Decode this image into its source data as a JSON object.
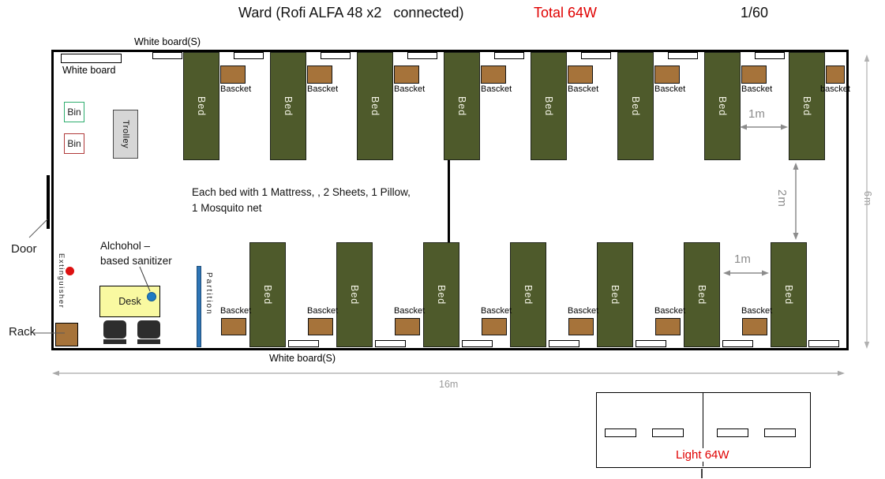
{
  "title": {
    "main": "Ward (Rofi ALFA 48 x2   connected)",
    "total_power": "Total 64W",
    "scale": "1/60"
  },
  "room": {
    "whiteboards_top_label": "White board(S)",
    "whiteboard_main_label": "White board",
    "whiteboards_bottom_label": "White board(S)",
    "bin_green": "Bin",
    "bin_red": "Bin",
    "trolley": "Trolley",
    "note_line1": "Each bed with 1 Mattress, , 2 Sheets, 1 Pillow,",
    "note_line2": "1 Mosquito net",
    "partition": "Partition",
    "desk": "Desk",
    "sanitizer_label_line1": "Alchohol –",
    "sanitizer_label_line2": "based sanitizer",
    "extinguisher": "Extinguisher",
    "rack": "Rack",
    "door": "Door"
  },
  "dimensions": {
    "bed_gap_top": "1m",
    "bed_gap_bottom": "1m",
    "row_aisle": "2m",
    "room_length": "16m",
    "room_width": "6m"
  },
  "legend": {
    "light_label": "Light 64W"
  },
  "plan": {
    "bed_label": "Bed",
    "top_row": {
      "bed_xs": [
        164,
        274,
        384,
        494,
        604,
        714,
        824,
        931
      ],
      "basket_labels": [
        "Bascket",
        "Bascket",
        "Bascket",
        "Bascket",
        "Bascket",
        "Bascket",
        "Bascket",
        "bascket"
      ],
      "light_xs": [
        125,
        228,
        338,
        448,
        558,
        668,
        778,
        888
      ]
    },
    "bottom_row": {
      "bed_xs": [
        248,
        358,
        468,
        578,
        688,
        798,
        908
      ],
      "basket_labels": [
        "Bascket",
        "Bascket",
        "Bascket",
        "Bascket",
        "Bascket",
        "Bascket",
        "Bascket"
      ],
      "light_xs": [
        297,
        407,
        517,
        627,
        737,
        847,
        956
      ]
    }
  },
  "colors": {
    "bed_green": "#4e5a2b",
    "basket_brown": "#a6733a",
    "trolley_gray": "#d6d6d6",
    "desk_yellow": "#f9f9a1",
    "partition_blue": "#2e75b6",
    "bin_green_border": "#2ead6e",
    "bin_red_border": "#b03a3a",
    "extinguisher_red": "#dd1111",
    "sanitizer_blue": "#1f7bc4",
    "accent_red": "#e00000",
    "dimension_gray": "#8c8c8c"
  }
}
